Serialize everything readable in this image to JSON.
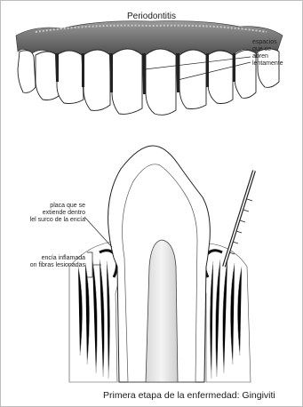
{
  "top_figure": {
    "title": "Periodontitis",
    "label_lines": [
      "espacios",
      "que se",
      "abren",
      "lentamente"
    ]
  },
  "bottom_figure": {
    "plaque_label_lines": [
      "placa que se",
      "extiende dentro",
      "lel surco de la encía"
    ],
    "gum_label_lines": [
      "encía inflamada",
      "on fibras lesionadas"
    ],
    "caption": "Primera etapa de la enfermedad: Gingiviti"
  }
}
